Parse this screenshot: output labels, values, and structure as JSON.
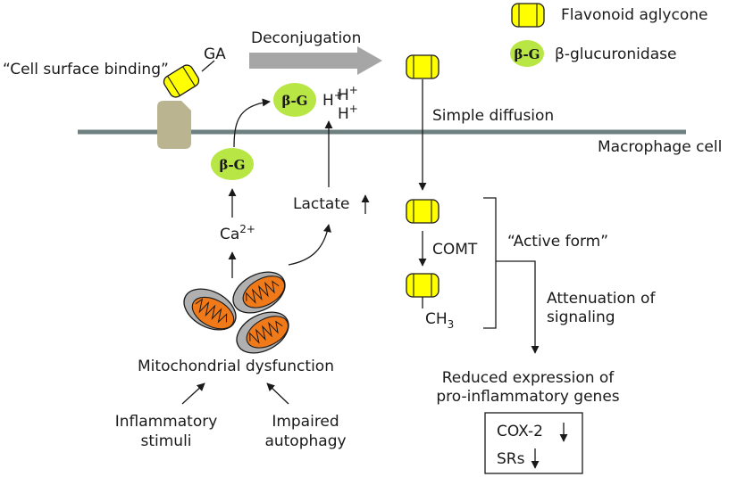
{
  "legend": {
    "aglycone": "Flavonoid aglycone",
    "glucuronidase": "β-glucuronidase",
    "bg_abbrev": "β-G"
  },
  "labels": {
    "cell_surface_binding": "“Cell surface binding”",
    "ga": "GA",
    "deconjugation": "Deconjugation",
    "simple_diffusion": "Simple diffusion",
    "macrophage_cell": "Macrophage cell",
    "lactate": "Lactate",
    "calcium": "Ca",
    "calcium_charge": "2+",
    "proton": "H",
    "proton_charge": "+",
    "comt": "COMT",
    "active_form": "“Active form”",
    "ch3": "CH",
    "ch3_sub": "3",
    "attenuation_line1": "Attenuation of",
    "attenuation_line2": "signaling",
    "reduced_line1": "Reduced expression of",
    "reduced_line2": "pro-inflammatory genes",
    "cox2": "COX-2",
    "srs": "SRs",
    "mito_dysfunction": "Mitochondrial dysfunction",
    "inflammatory_line1": "Inflammatory",
    "inflammatory_line2": "stimuli",
    "impaired_line1": "Impaired",
    "impaired_line2": "autophagy"
  },
  "colors": {
    "aglycone_fill": "#ffff00",
    "glucuronidase_fill": "#b8e645",
    "membrane": "#6f8080",
    "receptor": "#bbb491",
    "deconj_arrow": "#a6a6a6",
    "mito_outer": "#b0b0b0",
    "mito_inner": "#f07a1a"
  }
}
